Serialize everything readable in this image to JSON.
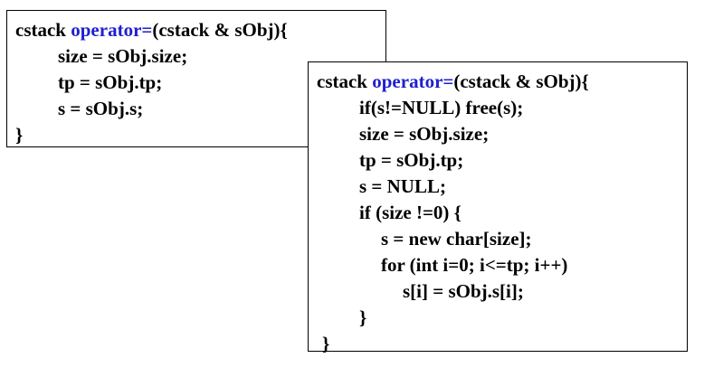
{
  "accent_color": "#1f1fd0",
  "box1": {
    "lines": [
      {
        "pre": "cstack ",
        "kw": "operator=",
        "post": "(cstack & sObj){"
      },
      {
        "text": "size = sObj.size;"
      },
      {
        "text": "tp = sObj.tp;"
      },
      {
        "text": "s = sObj.s;"
      },
      {
        "text": "}"
      }
    ]
  },
  "box2": {
    "lines": [
      {
        "pre": "cstack ",
        "kw": "operator=",
        "post": "(cstack & sObj){"
      },
      {
        "text": "if(s!=NULL) free(s);"
      },
      {
        "text": "size = sObj.size;"
      },
      {
        "text": "tp = sObj.tp;"
      },
      {
        "text": "s = NULL;"
      },
      {
        "text": "if (size !=0) {"
      },
      {
        "text": "s = new char[size];"
      },
      {
        "text": "for (int i=0; i<=tp; i++)"
      },
      {
        "text": "s[i] = sObj.s[i];"
      },
      {
        "text": "}"
      },
      {
        "text": "}"
      }
    ]
  }
}
